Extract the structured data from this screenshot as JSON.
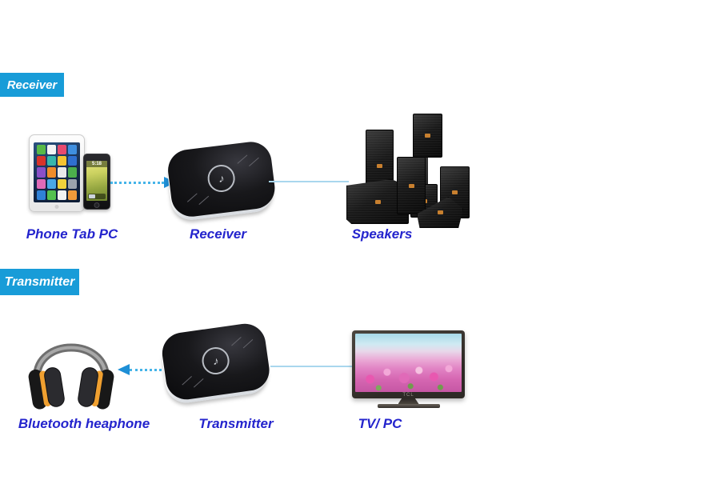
{
  "colors": {
    "banner_bg": "#189cd8",
    "caption_text": "#2424cd",
    "arrow_dotted": "#45b4e8",
    "arrow_head": "#1e8fd6",
    "connector_line": "#a9d7ee"
  },
  "receiver_flow": {
    "banner": "Receiver",
    "source_caption": "Phone Tab PC",
    "device_caption": "Receiver",
    "output_caption": "Speakers"
  },
  "transmitter_flow": {
    "banner": "Transmitter",
    "output_caption": "Bluetooth heaphone",
    "device_caption": "Transmitter",
    "source_caption": "TV/ PC"
  },
  "device_details": {
    "iphone_time": "5:18",
    "tv_brand": "TCL",
    "bt_logo_glyph": "♪"
  }
}
